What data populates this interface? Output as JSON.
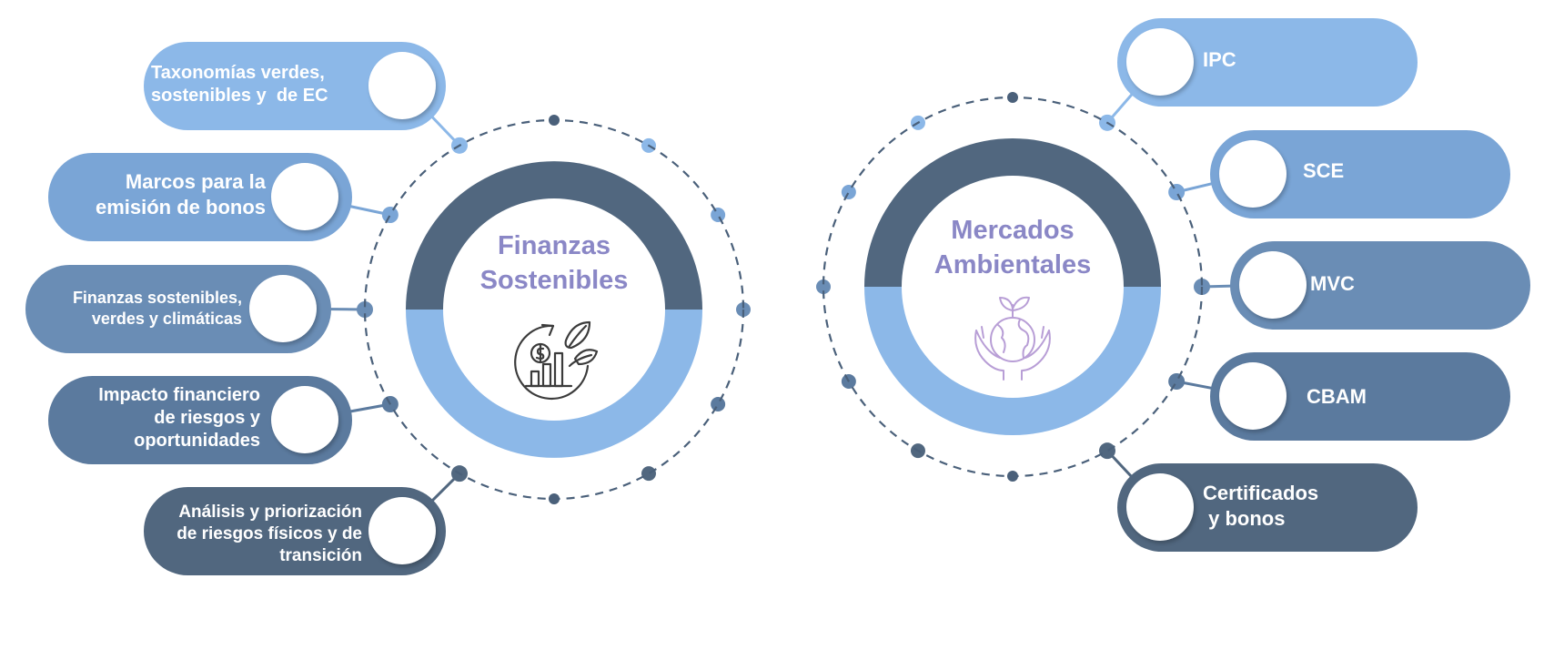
{
  "colors": {
    "dark": "#51677f",
    "light": "#8cb8e8",
    "title": "#8a87c6",
    "dashed": "#4a607a",
    "icon_left": "#3b3b3b",
    "icon_right": "#b89ed6"
  },
  "left_hub": {
    "title_lines": [
      "Finanzas",
      "Sostenibles"
    ],
    "icon": "growth-chart-leaf-icon",
    "items": [
      {
        "lines": [
          "Taxonomías verdes,",
          "sostenibles y  de EC"
        ],
        "color": "#8cb8e8"
      },
      {
        "lines": [
          "Marcos para la",
          "emisión de bonos"
        ],
        "color": "#7aa5d6"
      },
      {
        "lines": [
          "Finanzas sostenibles,",
          "verdes y climáticas"
        ],
        "color": "#6a8db5"
      },
      {
        "lines": [
          "Impacto financiero",
          "de riesgos y",
          "oportunidades"
        ],
        "color": "#5b7a9e"
      },
      {
        "lines": [
          "Análisis y priorización",
          "de riesgos físicos y de",
          "transición"
        ],
        "color": "#51677f"
      }
    ]
  },
  "right_hub": {
    "title_lines": [
      "Mercados",
      "Ambientales"
    ],
    "icon": "hands-globe-plant-icon",
    "items": [
      {
        "lines": [
          "IPC"
        ],
        "color": "#8cb8e8"
      },
      {
        "lines": [
          "SCE"
        ],
        "color": "#7aa5d6"
      },
      {
        "lines": [
          "MVC"
        ],
        "color": "#6a8db5"
      },
      {
        "lines": [
          "CBAM"
        ],
        "color": "#5b7a9e"
      },
      {
        "lines": [
          "Certificados",
          " y bonos"
        ],
        "color": "#51677f"
      }
    ]
  }
}
